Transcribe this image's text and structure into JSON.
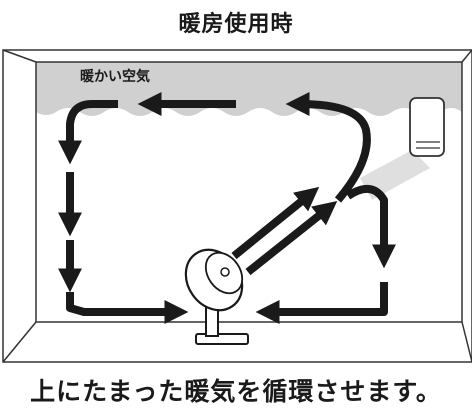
{
  "title": "暖房使用時",
  "warm_air_label": "暖かい空気",
  "caption": "上にたまった暖気を循環させます。",
  "colors": {
    "warm_air": "#c8c8c8",
    "room_line": "#333333",
    "arrow": "#1a1a1a",
    "airflow_beam": "#dcdcdc"
  },
  "icons": [
    "air-conditioner-icon",
    "circulator-fan-icon"
  ]
}
